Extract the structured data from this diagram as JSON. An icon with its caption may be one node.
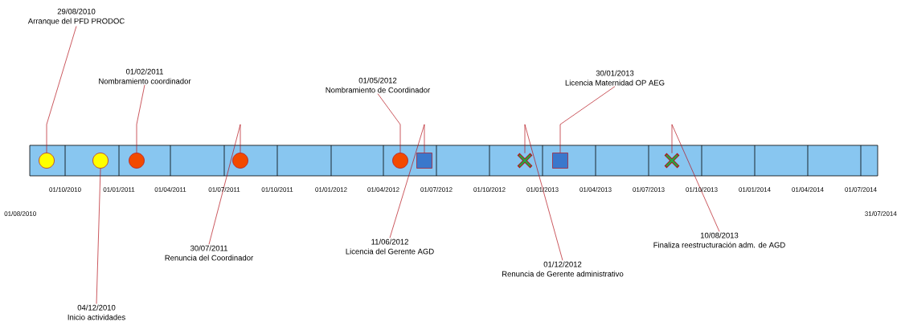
{
  "diagram": {
    "nodes": [
      {
        "text": [
          "29/08/2010",
          "Arranque del PFD PRODOC"
        ]
      },
      {
        "text": [
          "04/12/2010",
          "Inicio actividades"
        ]
      },
      {
        "text": [
          "01/02/2011",
          "Nombramiento coordinador"
        ]
      },
      {
        "text": [
          "30/07/2011",
          "Renuncia del Coordinador"
        ]
      },
      {
        "text": [
          "01/05/2012",
          "Nombramiento de Coordinador"
        ]
      },
      {
        "text": [
          "11/06/2012",
          "Licencia del Gerente AGD"
        ]
      },
      {
        "text": [
          "30/01/2013",
          "Licencia Maternidad OP AEG"
        ]
      },
      {
        "text": [
          "01/12/2012",
          "Renuncia de Gerente administrativo"
        ]
      },
      {
        "text": [
          "10/08/2013",
          "Finaliza reestructuración adm. de AGD"
        ]
      },
      {
        "text": [],
        "shape": "circle"
      },
      {
        "text": [],
        "shape": "circle"
      },
      {
        "text": [],
        "shape": "circle"
      },
      {
        "text": [],
        "shape": "circle"
      },
      {
        "text": [],
        "shape": "circle"
      },
      {
        "text": [],
        "shape": "box"
      },
      {
        "text": [],
        "shape": "cross"
      },
      {
        "text": [],
        "shape": "box"
      },
      {
        "text": [],
        "shape": "cross"
      }
    ],
    "edges": [
      {
        "from": 0,
        "to": 9,
        "arrow": "none"
      },
      {
        "from": 1,
        "to": 10,
        "arrow": "none"
      },
      {
        "from": 2,
        "to": 11,
        "arrow": "none"
      },
      {
        "from": 3,
        "to": 12,
        "arrow": "none"
      },
      {
        "from": 4,
        "to": 13,
        "arrow": "none"
      },
      {
        "from": 5,
        "to": 14,
        "arrow": "none"
      },
      {
        "from": 6,
        "to": 16,
        "arrow": "none"
      },
      {
        "from": 7,
        "to": 15,
        "arrow": "none"
      },
      {
        "from": 8,
        "to": 17,
        "arrow": "none"
      }
    ],
    "labels": [
      "01/10/2010",
      "01/01/2011",
      "01/04/2011",
      "01/07/2011",
      "01/10/2011",
      "01/01/2012",
      "01/04/2012",
      "01/07/2012",
      "01/10/2012",
      "01/01/2013",
      "01/04/2013",
      "01/07/2013",
      "01/10/2013",
      "01/01/2014",
      "01/04/2014",
      "01/07/2014",
      "01/08/2010",
      "31/07/2014"
    ]
  }
}
